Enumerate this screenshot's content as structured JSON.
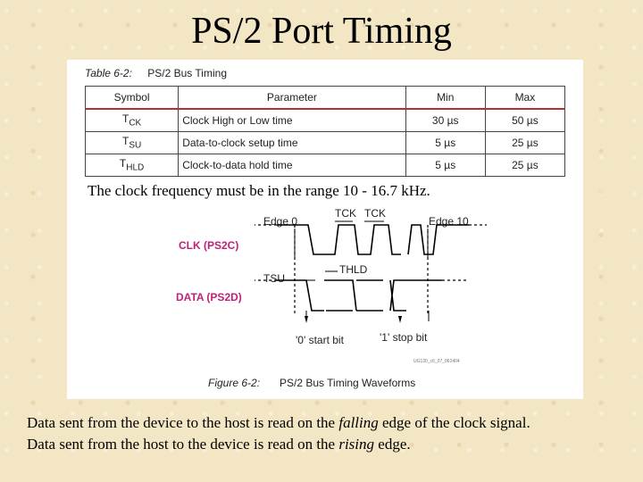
{
  "slide": {
    "title": "PS/2 Port Timing",
    "frequency_note": "The clock frequency must be in the range 10 - 16.7 kHz.",
    "bottom": {
      "line1_prefix": "Data sent from the device to the host is read on the ",
      "line1_emph": "falling",
      "line1_suffix": " edge of the clock signal.",
      "line2_prefix": "Data sent from the host to the device is read on the ",
      "line2_emph": "rising",
      "line2_suffix": " edge."
    }
  },
  "table": {
    "caption_num": "Table 6-2:",
    "caption_text": "PS/2 Bus Timing",
    "headers": [
      "Symbol",
      "Parameter",
      "Min",
      "Max"
    ],
    "rows": [
      {
        "symbol": "T",
        "symbol_sub": "CK",
        "parameter": "Clock High or Low time",
        "min": "30 µs",
        "max": "50 µs"
      },
      {
        "symbol": "T",
        "symbol_sub": "SU",
        "parameter": "Data-to-clock setup time",
        "min": "5 µs",
        "max": "25 µs"
      },
      {
        "symbol": "T",
        "symbol_sub": "HLD",
        "parameter": "Clock-to-data hold time",
        "min": "5 µs",
        "max": "25 µs"
      }
    ]
  },
  "figure": {
    "edge0": "Edge 0",
    "edge10": "Edge 10",
    "tck1": "TCK",
    "tck2": "TCK",
    "thld": "THLD",
    "tsu": "TSU",
    "clk_label": "CLK (PS2C)",
    "data_label": "DATA (PS2D)",
    "start_bit": "'0' start bit",
    "stop_bit": "'1' stop bit",
    "id_code": "UG130_c6_07_062404",
    "caption_num": "Figure 6-2:",
    "caption_text": "PS/2 Bus Timing Waveforms",
    "signal_label_color": "#c0207a"
  }
}
